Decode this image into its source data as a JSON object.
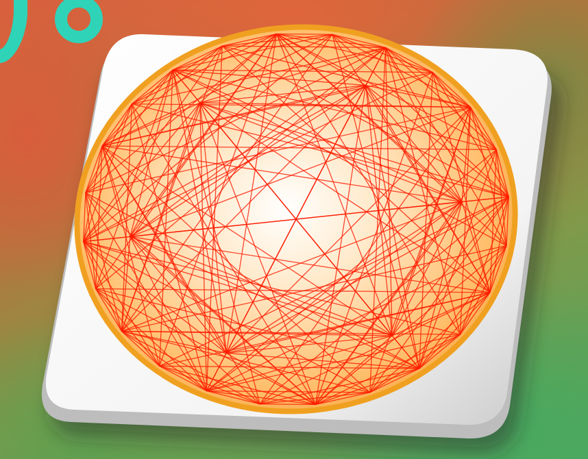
{
  "colors": {
    "background_warm": "#d9603e",
    "background_green": "#4fa560",
    "teal_glyph": "#2fd3b8",
    "tile_face": "#ffffff",
    "disc_fill": "#ffb45a",
    "disc_rim": "#f0a020",
    "string_lines": "#ff1a00"
  },
  "string_art": {
    "pin_count": 24,
    "steps": [
      1,
      2,
      3,
      5,
      7,
      9
    ],
    "hub_count": 6
  },
  "icons": {
    "glyph": "teal-ring-glyph-icon"
  }
}
